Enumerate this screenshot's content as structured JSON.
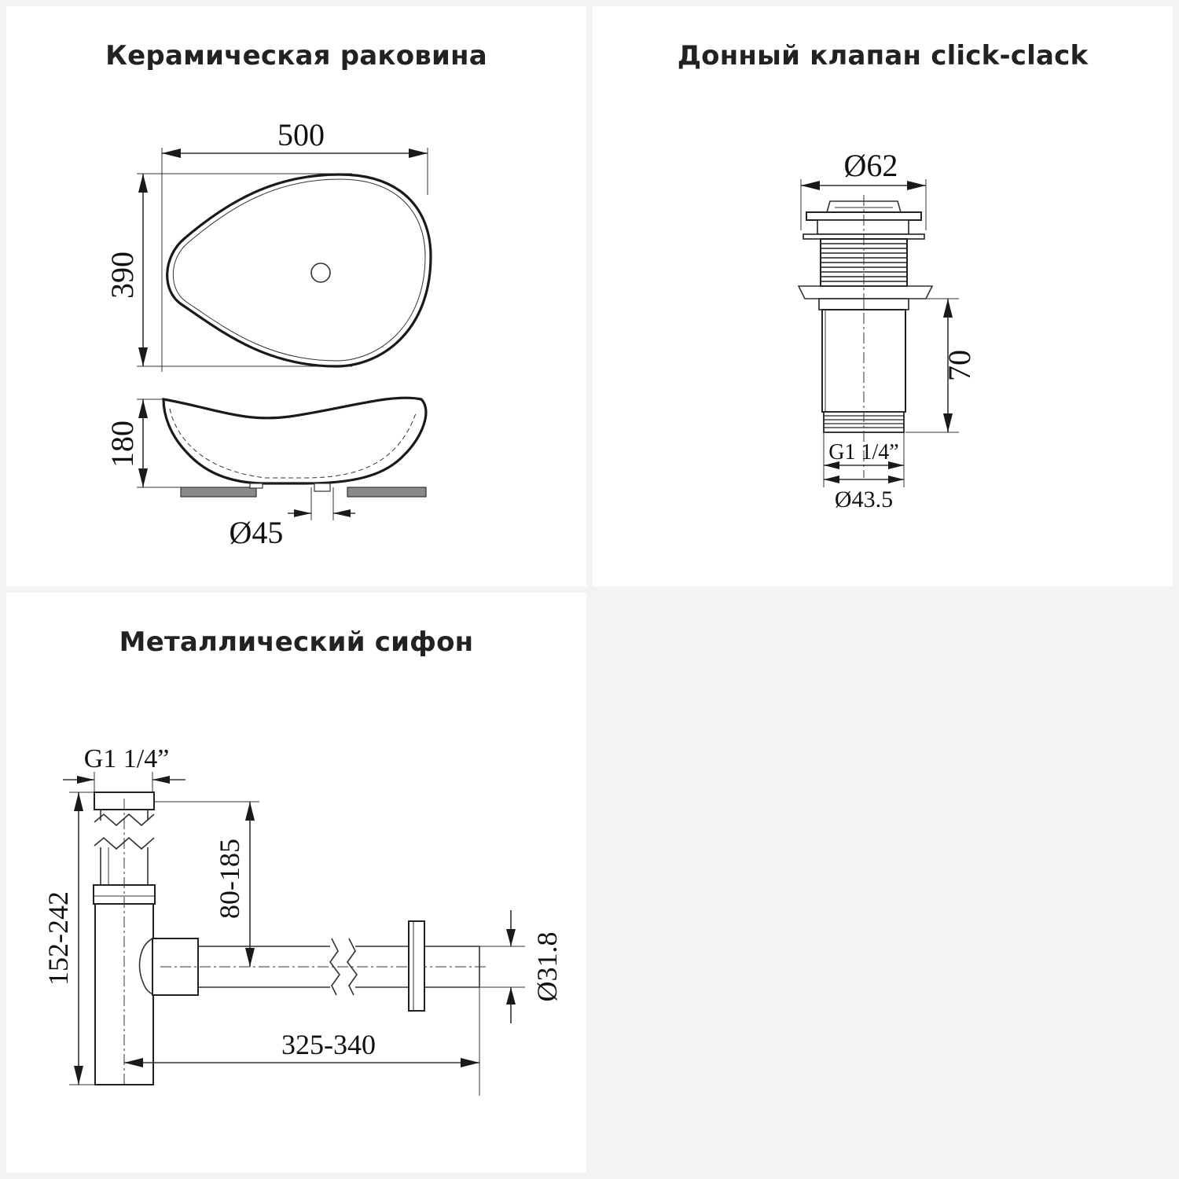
{
  "panels": {
    "sink": {
      "title": "Керамическая раковина",
      "dims": {
        "width": "500",
        "depth": "390",
        "height": "180",
        "drain": "Ø45"
      }
    },
    "valve": {
      "title": "Донный клапан click-clack",
      "dims": {
        "cap": "Ø62",
        "length": "70",
        "thread": "G1 1/4”",
        "body": "Ø43.5"
      }
    },
    "siphon": {
      "title": "Металлический сифон",
      "dims": {
        "inlet": "G1 1/4”",
        "total_height": "152-242",
        "adjust": "80-185",
        "outlet_length": "325-340",
        "outlet_diam": "Ø31.8"
      }
    }
  },
  "colors": {
    "background": "#f3f3f3",
    "panel": "#ffffff",
    "line": "#1a1a1a"
  }
}
